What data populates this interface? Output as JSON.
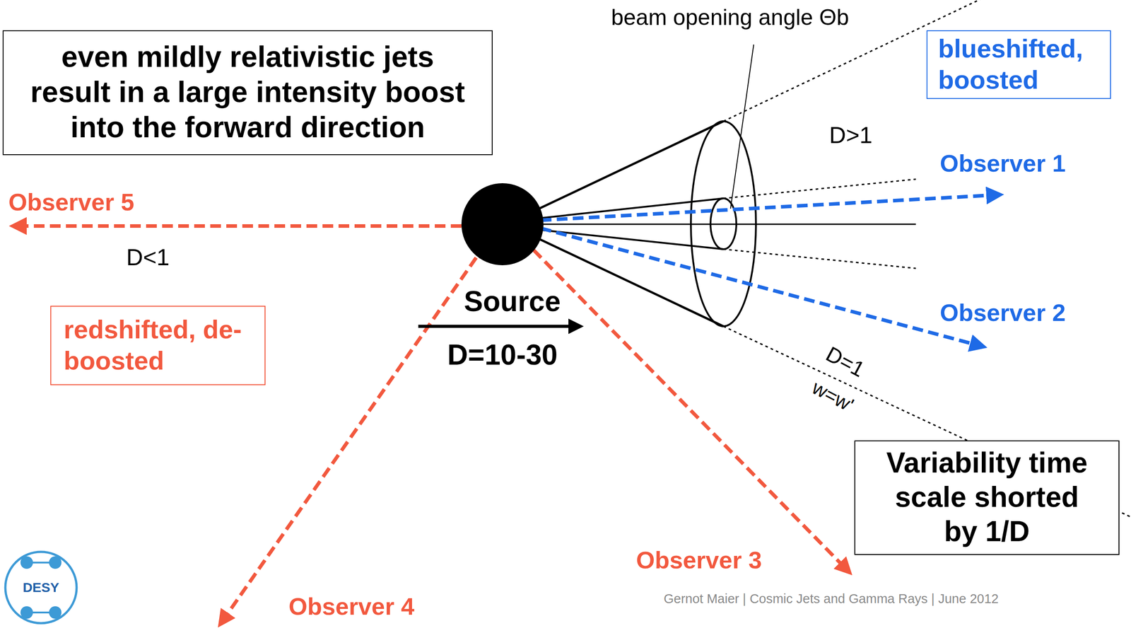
{
  "diagram": {
    "nodes": [
      {
        "text": [
          "even mildly relativistic jets result in a large intensity boost into the forward direction"
        ]
      },
      {
        "text": [
          "blueshifted, boosted"
        ]
      },
      {
        "text": [
          "redshifted, de-boosted"
        ]
      },
      {
        "text": [
          "Variability time scale shorted by 1/D"
        ]
      }
    ],
    "labels": [
      "beam opening angle Θb",
      "D>1",
      "Observer 1",
      "Observer 5",
      "D<1",
      "Source",
      "D=10-30",
      "Observer 2",
      "D=1",
      "w=w'",
      "Observer 3",
      "Observer 4",
      "Gernot Maier | Cosmic Jets and Gamma Rays | June 2012",
      "DESY"
    ]
  }
}
